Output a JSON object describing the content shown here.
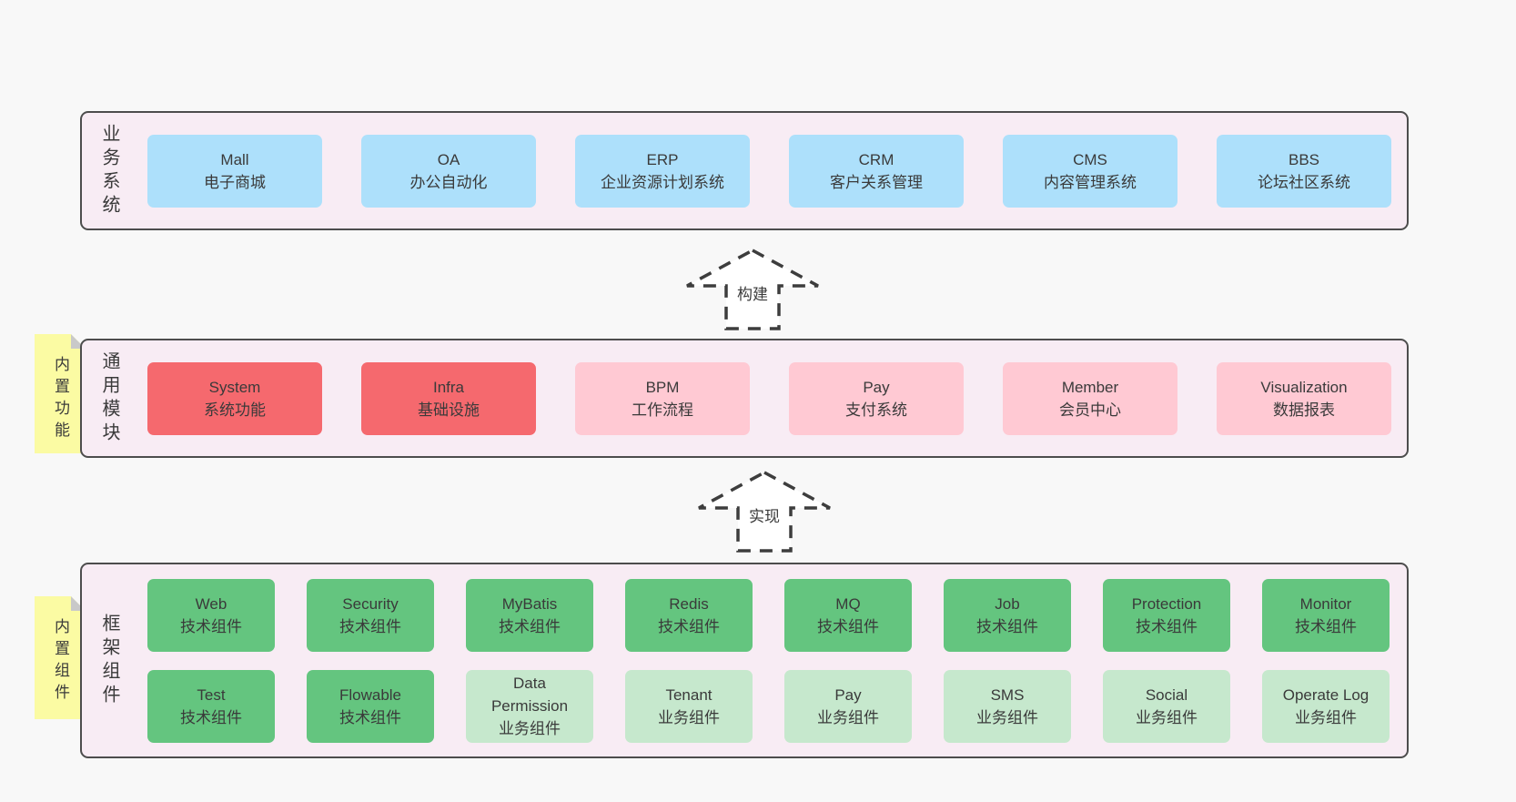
{
  "colors": {
    "canvas": "#f8f8f8",
    "section_bg": "#f8ecf4",
    "section_border": "#4d4d4d",
    "text": "#3a3a3a",
    "blue": "#ade0fb",
    "red": "#f5696e",
    "pink": "#ffc9d3",
    "green": "#64c57f",
    "green_light": "#c6e8cd",
    "note_yellow": "#fbfba3",
    "note_fold": "#c9c9c9",
    "arrow_stroke": "#3d3d3d",
    "arrow_fill": "#ffffff"
  },
  "sections": {
    "business": {
      "label": "业务系统",
      "boxes": [
        {
          "title": "Mall",
          "subtitle": "电子商城",
          "variant": "blue"
        },
        {
          "title": "OA",
          "subtitle": "办公自动化",
          "variant": "blue"
        },
        {
          "title": "ERP",
          "subtitle": "企业资源计划系统",
          "variant": "blue"
        },
        {
          "title": "CRM",
          "subtitle": "客户关系管理",
          "variant": "blue"
        },
        {
          "title": "CMS",
          "subtitle": "内容管理系统",
          "variant": "blue"
        },
        {
          "title": "BBS",
          "subtitle": "论坛社区系统",
          "variant": "blue"
        }
      ]
    },
    "modules": {
      "label": "通用模块",
      "note": "内置功能",
      "boxes": [
        {
          "title": "System",
          "subtitle": "系统功能",
          "variant": "red"
        },
        {
          "title": "Infra",
          "subtitle": "基础设施",
          "variant": "red"
        },
        {
          "title": "BPM",
          "subtitle": "工作流程",
          "variant": "pink"
        },
        {
          "title": "Pay",
          "subtitle": "支付系统",
          "variant": "pink"
        },
        {
          "title": "Member",
          "subtitle": "会员中心",
          "variant": "pink"
        },
        {
          "title": "Visualization",
          "subtitle": "数据报表",
          "variant": "pink"
        }
      ]
    },
    "components": {
      "label": "框架组件",
      "note": "内置组件",
      "rows": [
        [
          {
            "title": "Web",
            "subtitle": "技术组件",
            "variant": "green"
          },
          {
            "title": "Security",
            "subtitle": "技术组件",
            "variant": "green"
          },
          {
            "title": "MyBatis",
            "subtitle": "技术组件",
            "variant": "green"
          },
          {
            "title": "Redis",
            "subtitle": "技术组件",
            "variant": "green"
          },
          {
            "title": "MQ",
            "subtitle": "技术组件",
            "variant": "green"
          },
          {
            "title": "Job",
            "subtitle": "技术组件",
            "variant": "green"
          },
          {
            "title": "Protection",
            "subtitle": "技术组件",
            "variant": "green"
          },
          {
            "title": "Monitor",
            "subtitle": "技术组件",
            "variant": "green"
          }
        ],
        [
          {
            "title": "Test",
            "subtitle": "技术组件",
            "variant": "green"
          },
          {
            "title": "Flowable",
            "subtitle": "技术组件",
            "variant": "green"
          },
          {
            "title": "Data Permission",
            "subtitle": "业务组件",
            "variant": "green-light"
          },
          {
            "title": "Tenant",
            "subtitle": "业务组件",
            "variant": "green-light"
          },
          {
            "title": "Pay",
            "subtitle": "业务组件",
            "variant": "green-light"
          },
          {
            "title": "SMS",
            "subtitle": "业务组件",
            "variant": "green-light"
          },
          {
            "title": "Social",
            "subtitle": "业务组件",
            "variant": "green-light"
          },
          {
            "title": "Operate Log",
            "subtitle": "业务组件",
            "variant": "green-light"
          }
        ]
      ]
    }
  },
  "arrows": [
    {
      "label": "构建"
    },
    {
      "label": "实现"
    }
  ]
}
